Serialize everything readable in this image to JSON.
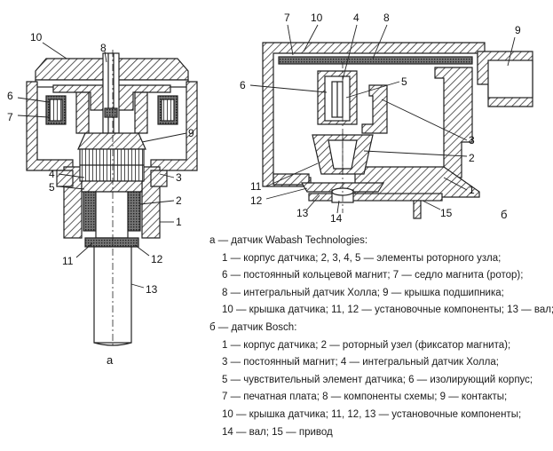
{
  "diagram_a": {
    "caption": "а",
    "labels": [
      "10",
      "8",
      "6",
      "7",
      "9",
      "4",
      "5",
      "3",
      "2",
      "1",
      "11",
      "12",
      "13"
    ]
  },
  "diagram_b": {
    "caption": "б",
    "labels": [
      "7",
      "10",
      "4",
      "8",
      "9",
      "6",
      "5",
      "3",
      "2",
      "11",
      "12",
      "1",
      "13",
      "14",
      "15"
    ]
  },
  "legend": {
    "a_title": "а — датчик Wabash Technologies:",
    "a_lines": [
      "1 — корпус датчика; 2, 3, 4, 5 — элементы роторного узла;",
      "6 — постоянный кольцевой магнит; 7 — седло магнита (ротор);",
      "8 — интегральный датчик Холла; 9 — крышка подшипника;",
      "10 — крышка датчика; 11, 12 — установочные компоненты; 13 — вал;"
    ],
    "b_title": "б — датчик Bosch:",
    "b_lines": [
      "1 — корпус датчика; 2 — роторный узел (фиксатор магнита);",
      "3 — постоянный магнит; 4 — интегральный датчик Холла;",
      "5 — чувствительный элемент датчика; 6 — изолирующий корпус;",
      "7 — печатная плата; 8 — компоненты схемы; 9 — контакты;",
      "10 — крышка датчика; 11, 12, 13 — установочные компоненты;",
      "14 — вал; 15 — привод"
    ]
  }
}
